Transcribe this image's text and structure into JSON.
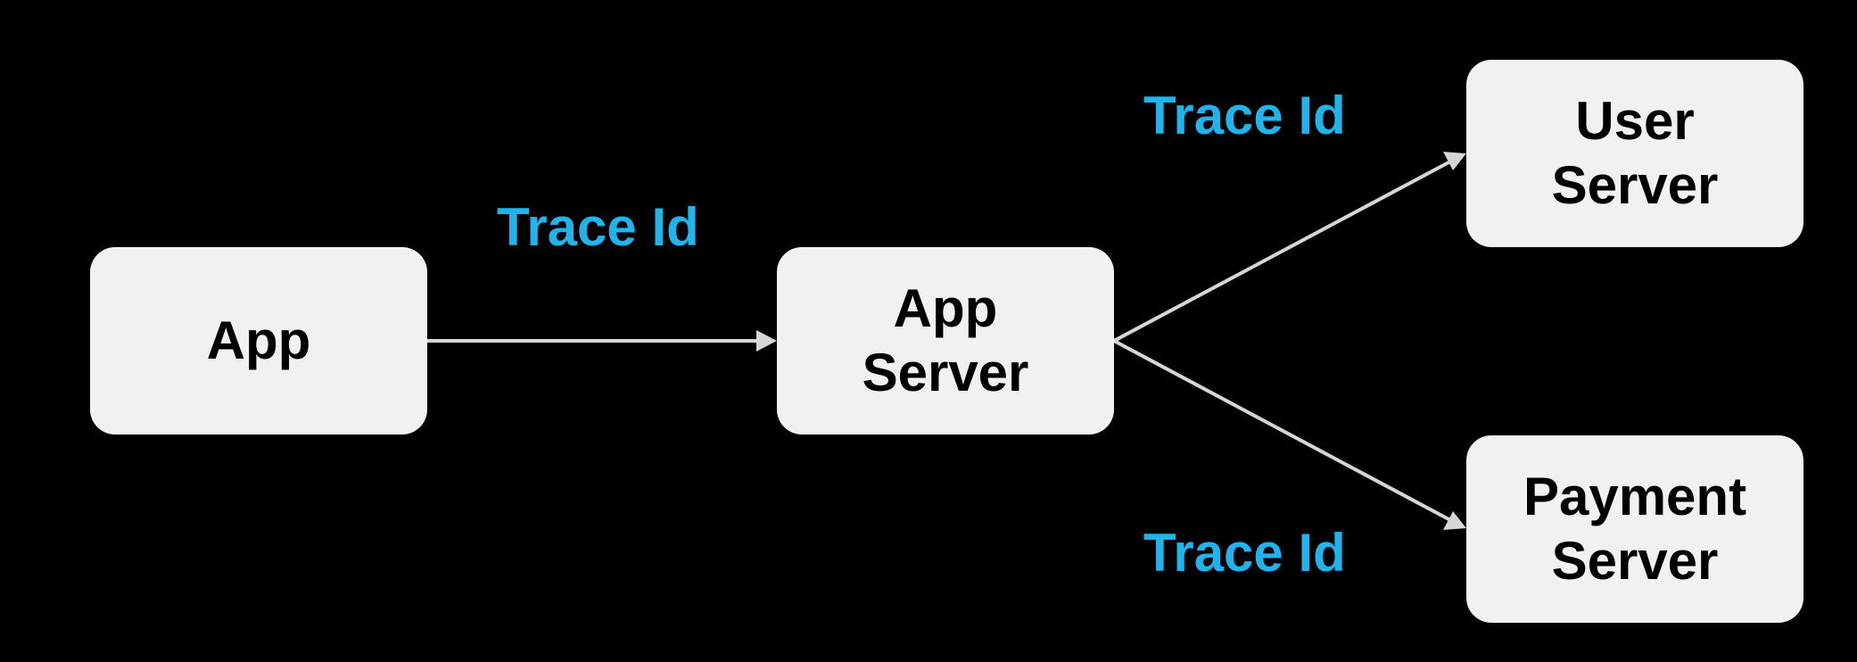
{
  "colors": {
    "background": "#000000",
    "node_fill": "#f0f1f3",
    "node_text": "#000000",
    "edge_stroke": "#d6d6d6",
    "label_text": "#1fb4ec"
  },
  "nodes": {
    "app": "App",
    "app_server": "App\nServer",
    "user_server": "User\nServer",
    "payment_server": "Payment\nServer"
  },
  "edges": [
    {
      "from": "App",
      "to": "App\nServer",
      "label": "Trace Id"
    },
    {
      "from": "App\nServer",
      "to": "User\nServer",
      "label": "Trace Id"
    },
    {
      "from": "App\nServer",
      "to": "Payment\nServer",
      "label": "Trace Id"
    }
  ]
}
